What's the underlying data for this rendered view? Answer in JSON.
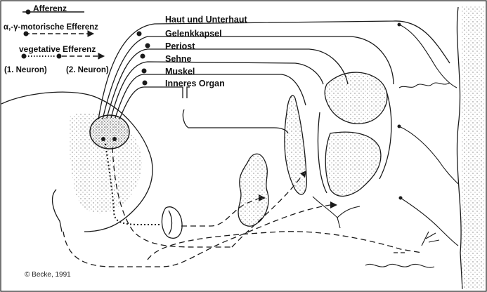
{
  "legend": {
    "afferenz": "Afferenz",
    "motorische_efferenz": "α,-γ-motorische Efferenz",
    "vegetative_efferenz": "vegetative Efferenz",
    "neuron_1": "(1. Neuron)",
    "neuron_2": "(2. Neuron)"
  },
  "tissue_labels": [
    "Haut und Unterhaut",
    "Gelenkkapsel",
    "Periost",
    "Sehne",
    "Muskel",
    "Inneres Organ"
  ],
  "copyright": "© Becke, 1991",
  "colors": {
    "line": "#1a1a1a",
    "stipple": "#9a9a9a",
    "background": "#ffffff"
  }
}
